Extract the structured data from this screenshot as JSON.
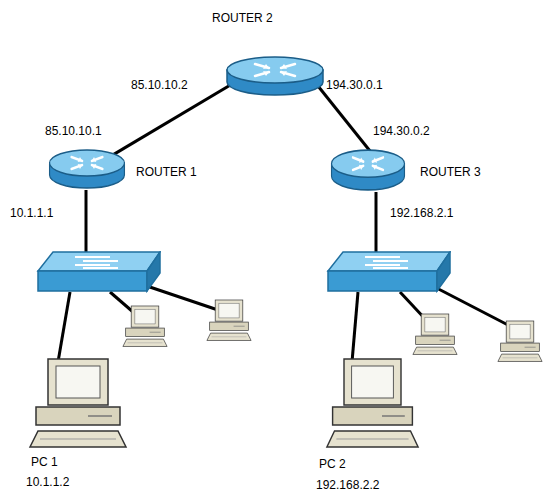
{
  "diagram": {
    "nodes": [
      {
        "text": [
          "ROUTER 2"
        ]
      },
      {
        "text": [
          "ROUTER 1"
        ]
      },
      {
        "text": [
          "ROUTER 3"
        ]
      },
      {
        "text": [
          "PC 1",
          "10.1.1.2"
        ]
      },
      {
        "text": [
          "PC 2",
          "192.168.2.2"
        ]
      }
    ],
    "edges": [
      {
        "from": 1,
        "to": 0,
        "arrow": "none"
      },
      {
        "from": 0,
        "to": 2,
        "arrow": "none"
      }
    ],
    "labels": [
      "85.10.10.2",
      "194.30.0.1",
      "85.10.10.1",
      "194.30.0.2",
      "10.1.1.1",
      "192.168.2.1"
    ]
  }
}
